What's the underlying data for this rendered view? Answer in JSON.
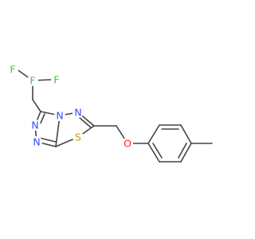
{
  "molecule": {
    "atoms": [
      {
        "id": "F1",
        "label": "F",
        "color": "#33cc33"
      },
      {
        "id": "F2",
        "label": "F",
        "color": "#33cc33"
      },
      {
        "id": "F3",
        "label": "F",
        "color": "#33cc33"
      },
      {
        "id": "N1",
        "label": "N",
        "color": "#3050f8"
      },
      {
        "id": "N2",
        "label": "N",
        "color": "#3050f8"
      },
      {
        "id": "N3",
        "label": "N",
        "color": "#3050f8"
      },
      {
        "id": "N4",
        "label": "N",
        "color": "#3050f8"
      },
      {
        "id": "S1",
        "label": "S",
        "color": "#c8a000"
      },
      {
        "id": "O1",
        "label": "O",
        "color": "#ff2020"
      }
    ],
    "bond_color": "#444444"
  }
}
